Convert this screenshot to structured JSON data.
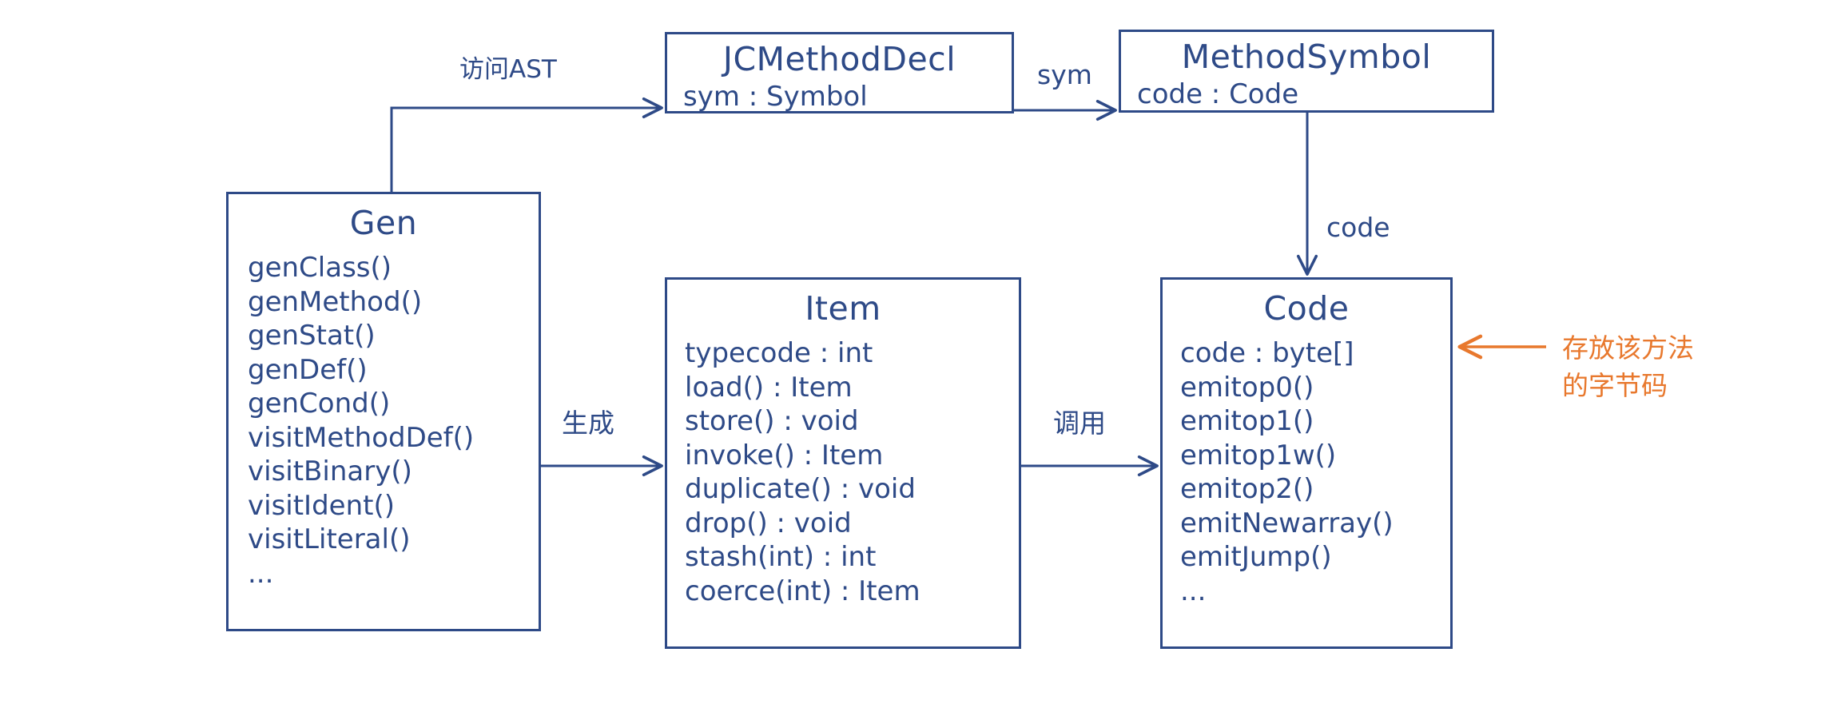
{
  "diagram": {
    "title": "javac Gen / Item / Code class relationship diagram",
    "stroke_color": "#2e4a87",
    "annotation_color": "#e8782d",
    "background_color": "#ffffff"
  },
  "boxes": {
    "jcmethoddecl": {
      "title": "JCMethodDecl",
      "members": [
        "sym : Symbol"
      ]
    },
    "methodsymbol": {
      "title": "MethodSymbol",
      "members": [
        "code : Code"
      ]
    },
    "gen": {
      "title": "Gen",
      "members": [
        "genClass()",
        "genMethod()",
        "genStat()",
        "genDef()",
        "genCond()",
        "visitMethodDef()",
        "visitBinary()",
        "visitIdent()",
        "visitLiteral()",
        "..."
      ]
    },
    "item": {
      "title": "Item",
      "members": [
        "typecode : int",
        "load() : Item",
        "store() : void",
        "invoke() : Item",
        "duplicate() : void",
        "drop() : void",
        "stash(int) : int",
        "coerce(int) : Item"
      ]
    },
    "code": {
      "title": "Code",
      "members": [
        "code :  byte[]",
        "emitop0()",
        "emitop1()",
        "emitop1w()",
        "emitop2()",
        "emitNewarray()",
        "emitJump()",
        "..."
      ]
    }
  },
  "edges": {
    "gen_to_jcmethoddecl": {
      "label": "访问AST"
    },
    "jcmethoddecl_to_methodsymbol": {
      "label": "sym"
    },
    "methodsymbol_to_code": {
      "label": "code"
    },
    "gen_to_item": {
      "label": "生成"
    },
    "item_to_code": {
      "label": "调用"
    }
  },
  "annotations": {
    "bytecode_note": {
      "line1": "存放该方法",
      "line2": "的字节码"
    }
  }
}
